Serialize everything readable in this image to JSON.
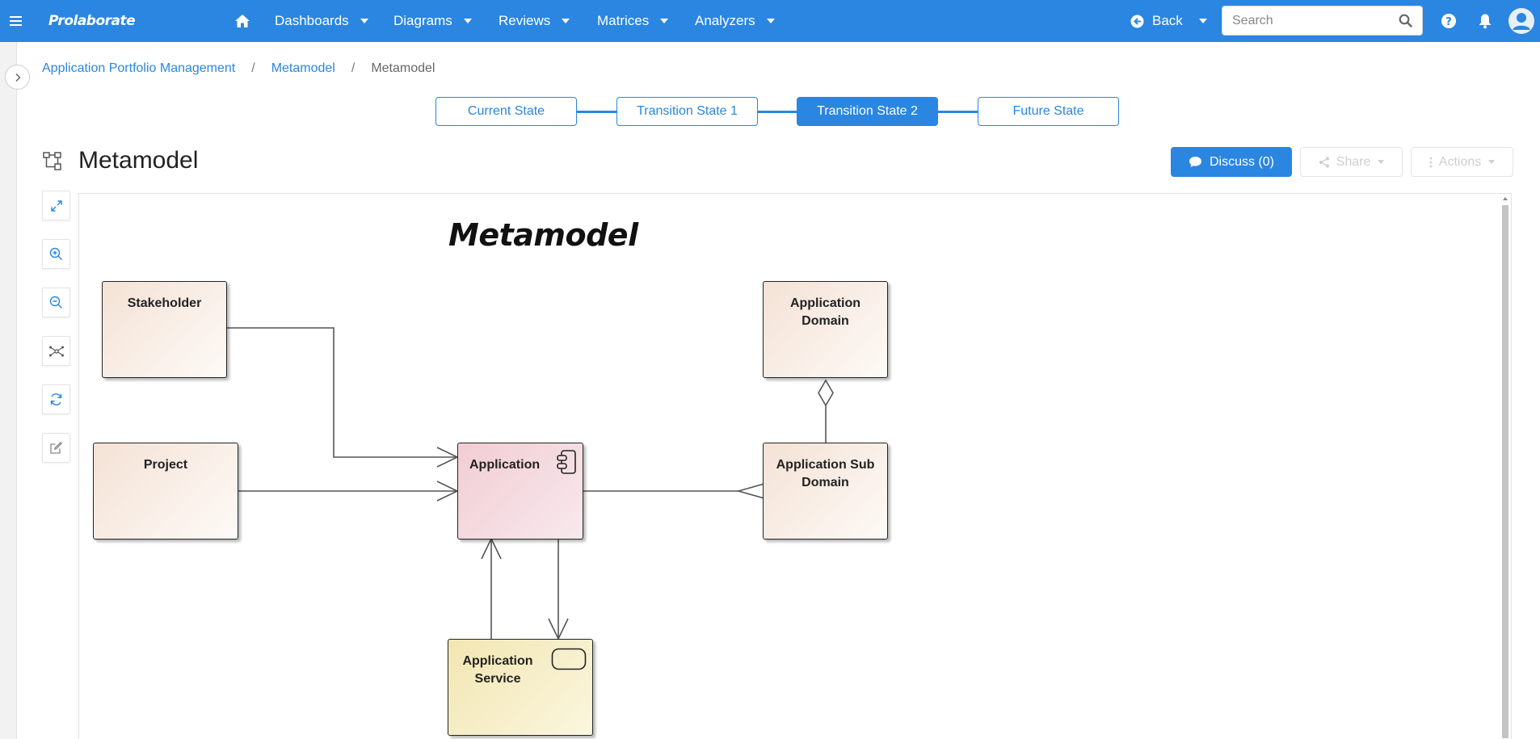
{
  "header": {
    "logo": "Prolaborate",
    "nav": [
      "Dashboards",
      "Diagrams",
      "Reviews",
      "Matrices",
      "Analyzers"
    ],
    "back_label": "Back",
    "search_placeholder": "Search"
  },
  "breadcrumb": [
    "Application Portfolio Management",
    "Metamodel",
    "Metamodel"
  ],
  "states": [
    "Current State",
    "Transition State 1",
    "Transition State 2",
    "Future State"
  ],
  "active_state": "Transition State 2",
  "page_title": "Metamodel",
  "actions": {
    "discuss": "Discuss (0)",
    "share": "Share",
    "actions": "Actions"
  },
  "toolbar": [
    "expand-icon",
    "zoom-in-icon",
    "zoom-out-icon",
    "network-icon",
    "refresh-icon",
    "edit-icon"
  ],
  "diagram": {
    "title": "Metamodel",
    "elements": {
      "stakeholder": "Stakeholder",
      "project": "Project",
      "application": "Application",
      "application_service_line1": "Application",
      "application_service_line2": "Service",
      "application_domain_line1": "Application",
      "application_domain_line2": "Domain",
      "application_sub_domain_line1": "Application Sub",
      "application_sub_domain_line2": "Domain"
    }
  },
  "colors": {
    "brand": "#2a86e0",
    "element_tan": "#f4e2d5",
    "element_pink": "#f1cdd3",
    "element_yellow": "#f2e6b2"
  }
}
